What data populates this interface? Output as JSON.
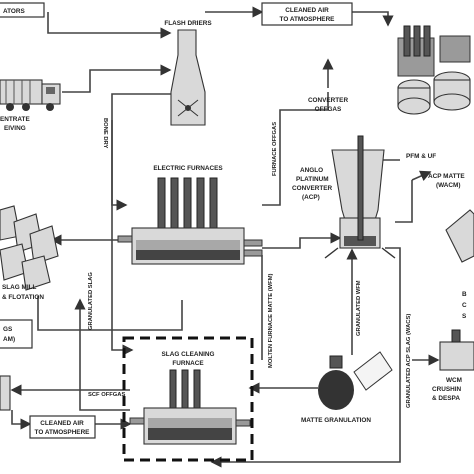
{
  "labels": {
    "top_left_fragment": "ATORS",
    "flash_driers": "FLASH DRIERS",
    "cleaned_air_top_1": "CLEANED AIR",
    "cleaned_air_top_2": "TO ATMOSPHERE",
    "concentrate_1": "ENTRATE",
    "concentrate_2": "EIVING",
    "converter_offgas_1": "CONVERTER",
    "converter_offgas_2": "OFFGAS",
    "bone_dry": "BONE DRY",
    "furnace_offgas": "FURNACE OFFGAS",
    "pfm_upf": "PFM & UF",
    "acp_matte_1": "ACP MATTE",
    "acp_matte_2": "(WACM)",
    "anglo_1": "ANGLO",
    "anglo_2": "PLATINUM",
    "anglo_3": "CONVERTER",
    "anglo_4": "(ACP)",
    "electric_furnaces": "ELECTRIC FURNACES",
    "slag_mill_1": "SLAG MILL",
    "slag_mill_2": "& FLOTATION",
    "gs_1": "GS",
    "gs_2": "AM)",
    "granulated_slag": "GRANULATED SLAG",
    "granulated_wfm": "GRANULATED WFM",
    "molten_furnace_matte": "MOLTEN FURNACE MATTE (WFM)",
    "granulated_acp_slag": "GRANULATED ACP SLAG (WACS)",
    "right_b": "B",
    "right_c": "C",
    "right_s": "S",
    "slag_cleaning_1": "SLAG CLEANING",
    "slag_cleaning_2": "FURNACE",
    "matte_granulation": "MATTE GRANULATION",
    "scf_offgas": "SCF OFFGAS",
    "cleaned_air_bottom_1": "CLEANED AIR",
    "cleaned_air_bottom_2": "TO ATMOSPHERE",
    "wcm_1": "WCM",
    "wcm_2": "CRUSHIN",
    "wcm_3": "& DESPA"
  }
}
